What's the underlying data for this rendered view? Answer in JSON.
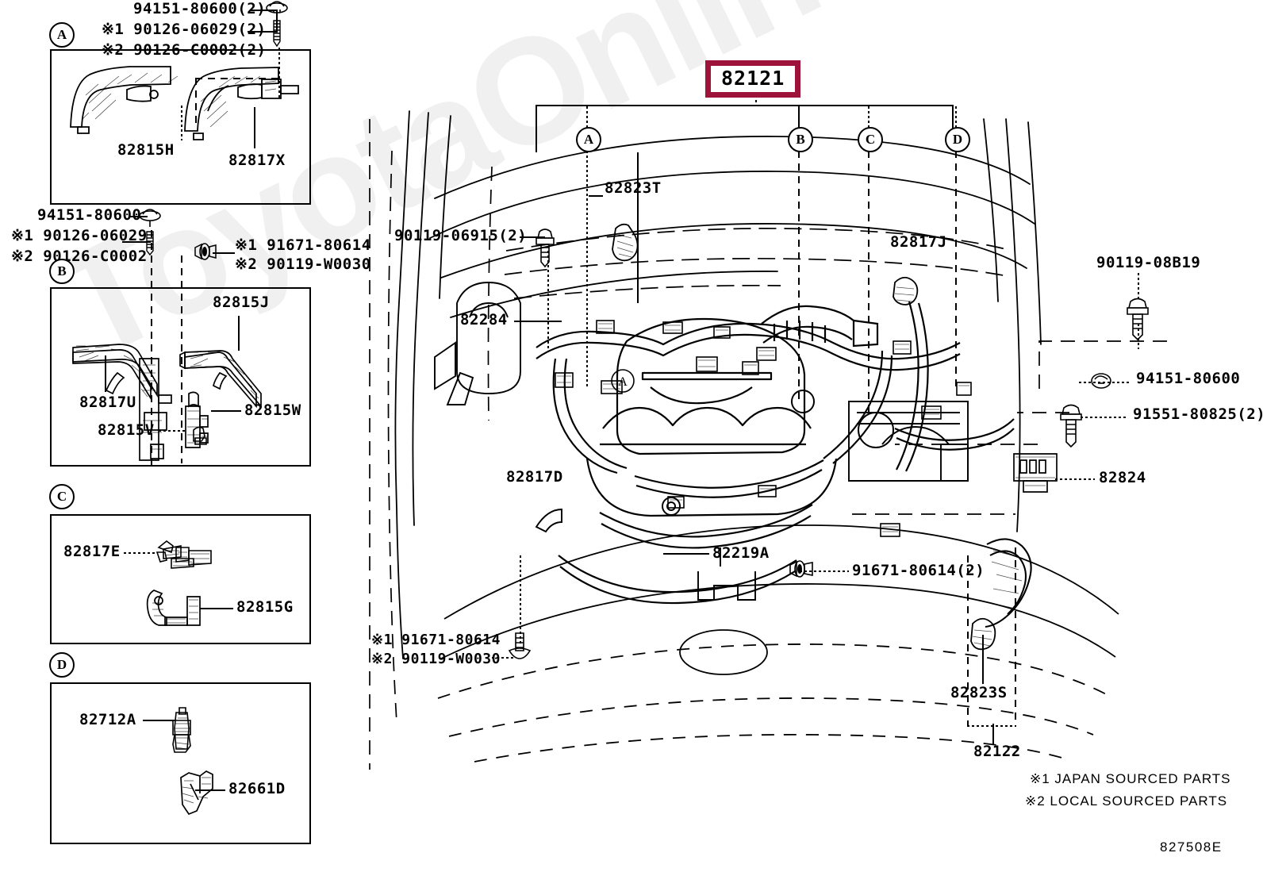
{
  "watermark": "ToyotaOnline.ru",
  "highlight_color": "#9e1339",
  "main": {
    "part_number": "82121",
    "refs": [
      "A",
      "B",
      "C",
      "D"
    ],
    "labels": {
      "wire_cowl": "82823T",
      "clamp_top_right": "82817J",
      "bolt_left": "90119-06915(2)",
      "bracket_82284": "82284",
      "clamp_82817D": "82817D",
      "wire_82219A": "82219A",
      "bolt_bottom_right": "91671-80614(2)",
      "bolt_right_upper": "90119-08B19",
      "grommet_right": "94151-80600",
      "screw_right": "91551-80825(2)",
      "connector_right": "82824",
      "clamp_82823S": "82823S",
      "wire_82122": "82122"
    },
    "bottom_left_note": {
      "line1": "※1 91671-80614",
      "line2": "※2 90119-W0030"
    }
  },
  "panels": [
    {
      "ref": "A",
      "header": [
        "94151-80600(2)",
        "※1 90126-06029(2)",
        "※2 90126-C0002(2)"
      ],
      "parts": [
        "82815H",
        "82817X"
      ]
    },
    {
      "ref": "B",
      "header_left": [
        "94151-80600",
        "※1 90126-06029",
        "※2 90126-C0002"
      ],
      "header_right": [
        "※1 91671-80614",
        "※2 90119-W0030"
      ],
      "parts": [
        "82815J",
        "82817U",
        "82815W",
        "82815V"
      ]
    },
    {
      "ref": "C",
      "parts": [
        "82817E",
        "82815G"
      ]
    },
    {
      "ref": "D",
      "parts": [
        "82712A",
        "82661D"
      ]
    }
  ],
  "footer": {
    "note1": "※1 JAPAN SOURCED PARTS",
    "note2": "※2 LOCAL SOURCED PARTS",
    "diagram_code": "827508E"
  }
}
